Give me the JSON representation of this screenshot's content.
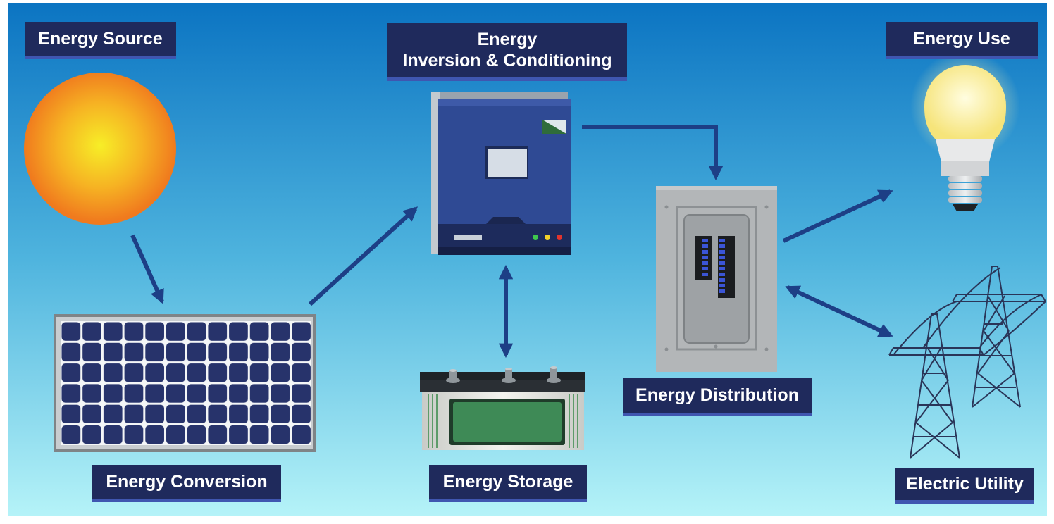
{
  "labels": {
    "energy_source": "Energy Source",
    "inversion_line1": "Energy",
    "inversion_line2": "Inversion & Conditioning",
    "energy_use": "Energy Use",
    "energy_conversion": "Energy Conversion",
    "energy_storage": "Energy Storage",
    "energy_distribution": "Energy Distribution",
    "electric_utility": "Electric Utility"
  },
  "colors": {
    "background_top": "#0b74c2",
    "background_bottom": "#b5f3f8",
    "label_fill": "#1f2a5c",
    "label_shadow": "#3f56b0",
    "arrow": "#1d3f86",
    "sun_core": "#f7ee27",
    "sun_edge": "#f07a1e",
    "panel_cell": "#27336b",
    "inverter_body": "#2f4a94",
    "battery_window": "#3e8a56",
    "breaker_box": "#b3b6b8"
  },
  "icons": [
    "sun-icon",
    "solar-panel-icon",
    "inverter-icon",
    "battery-icon",
    "breaker-panel-icon",
    "light-bulb-icon",
    "transmission-tower-icon"
  ]
}
